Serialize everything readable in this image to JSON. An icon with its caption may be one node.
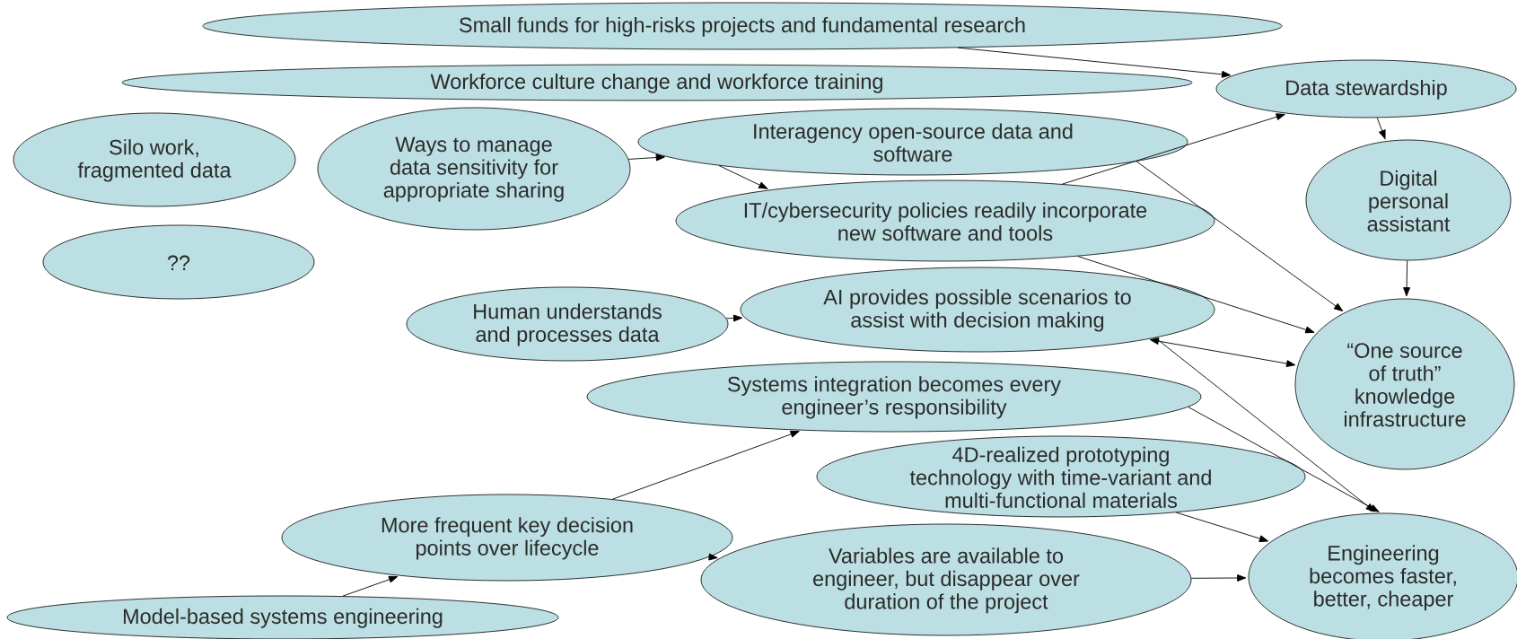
{
  "diagram": {
    "nodes": [
      {
        "text": [
          "Small funds for high-risks projects and fundamental research"
        ]
      },
      {
        "text": [
          "Workforce culture change and workforce training"
        ]
      },
      {
        "text": [
          "Silo work, fragmented data"
        ]
      },
      {
        "text": [
          "??"
        ]
      },
      {
        "text": [
          "Ways to manage data sensitivity for appropriate sharing"
        ]
      },
      {
        "text": [
          "Interagency open-source data and software"
        ]
      },
      {
        "text": [
          "IT/cybersecurity policies readily incorporate new software and tools"
        ]
      },
      {
        "text": [
          "Data stewardship"
        ]
      },
      {
        "text": [
          "Digital personal assistant"
        ]
      },
      {
        "text": [
          "Human understands and processes data"
        ]
      },
      {
        "text": [
          "AI provides possible scenarios to assist with decision making"
        ]
      },
      {
        "text": [
          "“One source of truth” knowledge infrastructure"
        ]
      },
      {
        "text": [
          "Systems integration becomes every engineer’s responsibility"
        ]
      },
      {
        "text": [
          "4D-realized prototyping technology with time-variant and multi-functional materials"
        ]
      },
      {
        "text": [
          "More frequent key decision points over lifecycle"
        ]
      },
      {
        "text": [
          "Variables are available to engineer, but disappear over duration of the project"
        ]
      },
      {
        "text": [
          "Engineering becomes faster, better, cheaper"
        ]
      },
      {
        "text": [
          "Model-based systems engineering"
        ]
      }
    ],
    "edges": [
      {
        "from": 0,
        "to": 7,
        "arrow": "to"
      },
      {
        "from": 4,
        "to": 5,
        "arrow": "to"
      },
      {
        "from": 5,
        "to": 6,
        "arrow": "to"
      },
      {
        "from": 5,
        "to": 11,
        "arrow": "to"
      },
      {
        "from": 6,
        "to": 7,
        "arrow": "to"
      },
      {
        "from": 6,
        "to": 11,
        "arrow": "to"
      },
      {
        "from": 7,
        "to": 8,
        "arrow": "to"
      },
      {
        "from": 8,
        "to": 11,
        "arrow": "to"
      },
      {
        "from": 9,
        "to": 10,
        "arrow": "to"
      },
      {
        "from": 10,
        "to": 11,
        "arrow": "both"
      },
      {
        "from": 10,
        "to": 16,
        "arrow": "to"
      },
      {
        "from": 12,
        "to": 16,
        "arrow": "to"
      },
      {
        "from": 13,
        "to": 16,
        "arrow": "to"
      },
      {
        "from": 14,
        "to": 12,
        "arrow": "to"
      },
      {
        "from": 14,
        "to": 15,
        "arrow": "to"
      },
      {
        "from": 15,
        "to": 16,
        "arrow": "to"
      },
      {
        "from": 17,
        "to": 14,
        "arrow": "to"
      }
    ]
  }
}
